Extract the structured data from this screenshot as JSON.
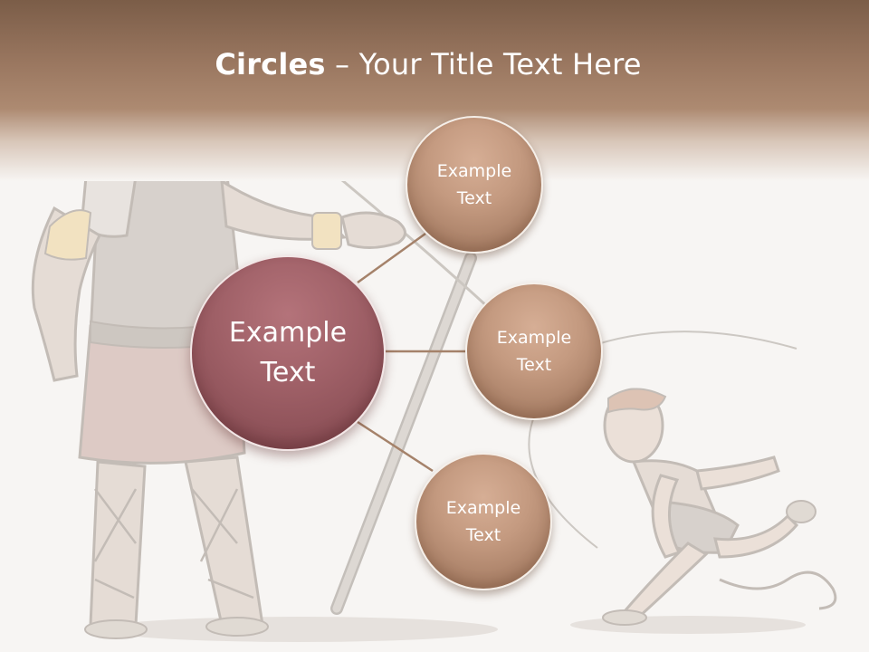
{
  "title": {
    "bold": "Circles",
    "rest": " – Your Title Text Here"
  },
  "diagram": {
    "center": {
      "line1": "Example",
      "line2": "Text"
    },
    "nodes": [
      {
        "line1": "Example",
        "line2": "Text"
      },
      {
        "line1": "Example",
        "line2": "Text"
      },
      {
        "line1": "Example",
        "line2": "Text"
      }
    ]
  },
  "colors": {
    "header_brown": "#7b5d48",
    "center_circle": "#9e5f66",
    "node_circle": "#c49a80",
    "connector": "#a5826a"
  },
  "illustration": [
    "giant-warrior-illustration",
    "running-boy-illustration"
  ]
}
